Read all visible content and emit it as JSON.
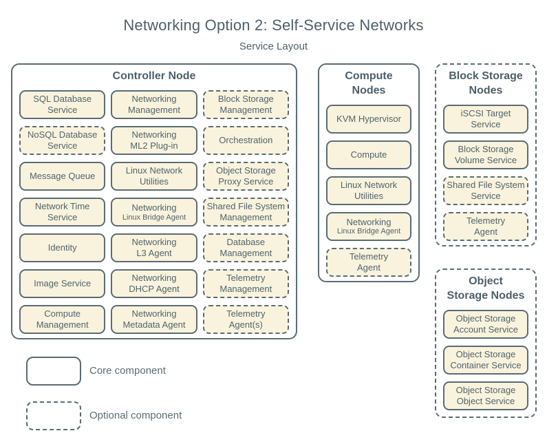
{
  "title": "Networking Option 2: Self-Service Networks",
  "subtitle": "Service Layout",
  "colors": {
    "line": "#5a6b74",
    "heading_text": "#4c5f6a",
    "body_text": "#50636d",
    "box_fill": "#f9f3dd",
    "background": "#ffffff"
  },
  "legend": {
    "core": {
      "label": "Core component",
      "style": "solid"
    },
    "optional": {
      "label": "Optional component",
      "style": "dashed"
    }
  },
  "groups": [
    {
      "id": "controller",
      "title": "Controller Node",
      "border": "solid",
      "services": [
        {
          "text": "SQL Database\nService",
          "style": "solid"
        },
        {
          "text": "Networking\nManagement",
          "style": "solid"
        },
        {
          "text": "Block Storage\nManagement",
          "style": "dashed"
        },
        {
          "text": "NoSQL Database\nService",
          "style": "dashed"
        },
        {
          "text": "Networking\nML2 Plug-in",
          "style": "solid"
        },
        {
          "text": "Orchestration",
          "style": "dashed"
        },
        {
          "text": "Message Queue",
          "style": "solid"
        },
        {
          "text": "Linux Network\nUtilities",
          "style": "solid"
        },
        {
          "text": "Object Storage\nProxy Service",
          "style": "dashed"
        },
        {
          "text": "Network Time\nService",
          "style": "solid"
        },
        {
          "text": "Networking",
          "small": "Linux Bridge Agent",
          "style": "solid"
        },
        {
          "text": "Shared File System\nManagement",
          "style": "dashed"
        },
        {
          "text": "Identity",
          "style": "solid"
        },
        {
          "text": "Networking\nL3 Agent",
          "style": "solid"
        },
        {
          "text": "Database\nManagement",
          "style": "dashed"
        },
        {
          "text": "Image Service",
          "style": "solid"
        },
        {
          "text": "Networking\nDHCP Agent",
          "style": "solid"
        },
        {
          "text": "Telemetry\nManagement",
          "style": "dashed"
        },
        {
          "text": "Compute\nManagement",
          "style": "solid"
        },
        {
          "text": "Networking\nMetadata Agent",
          "style": "solid"
        },
        {
          "text": "Telemetry\nAgent(s)",
          "style": "dashed"
        }
      ]
    },
    {
      "id": "compute",
      "title": "Compute\nNodes",
      "border": "solid",
      "services": [
        {
          "text": "KVM Hypervisor",
          "style": "solid"
        },
        {
          "text": "Compute",
          "style": "solid"
        },
        {
          "text": "Linux Network\nUtilities",
          "style": "solid"
        },
        {
          "text": "Networking",
          "small": "Linux Bridge Agent",
          "style": "solid"
        },
        {
          "text": "Telemetry\nAgent",
          "style": "dashed"
        }
      ]
    },
    {
      "id": "block-storage",
      "title": "Block Storage\nNodes",
      "border": "dashed",
      "services": [
        {
          "text": "iSCSI Target\nService",
          "style": "solid"
        },
        {
          "text": "Block Storage\nVolume Service",
          "style": "solid"
        },
        {
          "text": "Shared File System\nService",
          "style": "dashed"
        },
        {
          "text": "Telemetry\nAgent",
          "style": "dashed"
        }
      ]
    },
    {
      "id": "object-storage",
      "title": "Object\nStorage Nodes",
      "border": "dashed",
      "services": [
        {
          "text": "Object Storage\nAccount Service",
          "style": "solid"
        },
        {
          "text": "Object Storage\nContainer Service",
          "style": "solid"
        },
        {
          "text": "Object Storage\nObject Service",
          "style": "solid"
        }
      ]
    }
  ]
}
